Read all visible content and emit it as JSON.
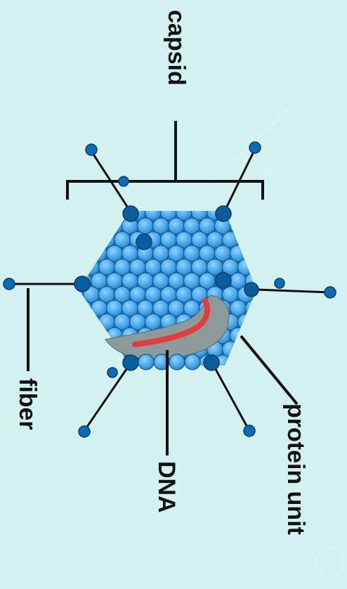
{
  "labels": {
    "capsid": "capsid",
    "fiber": "fiber",
    "dna": "DNA",
    "protein_unit": "protein unit"
  },
  "colors": {
    "background": "#d3f1ee",
    "capsomer_fill": "#4aa8e8",
    "capsomer_stroke": "#0e5a9a",
    "vertex_capsomer": "#0b5c9e",
    "dna_strand": "#e23c3c",
    "dna_core": "#8c9a9a",
    "line": "#111111"
  },
  "icons": {
    "watermark": "logo-watermark-icon"
  }
}
